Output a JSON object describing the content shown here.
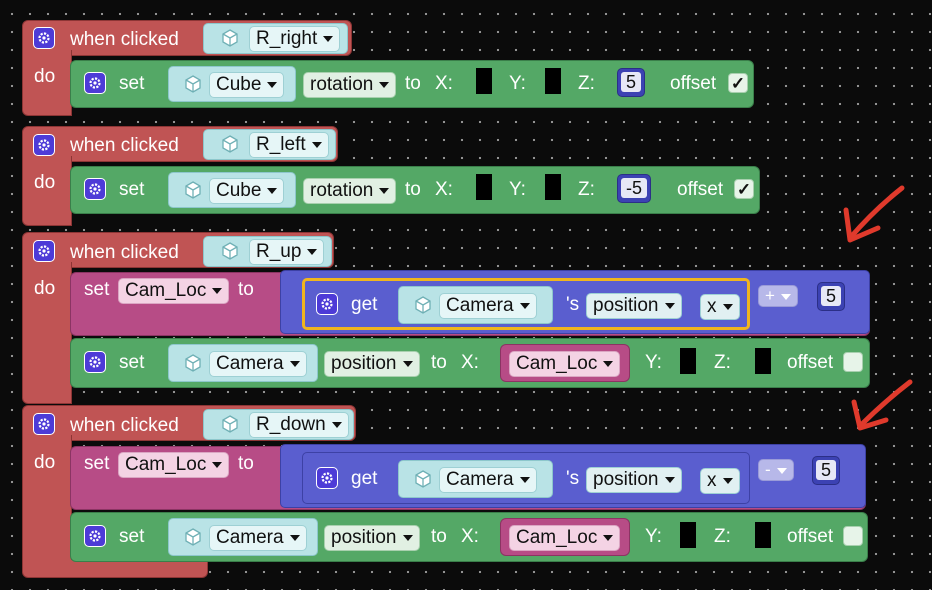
{
  "blocks": [
    {
      "trigger": "when clicked",
      "button_name": "R_right",
      "do_label": "do",
      "action": {
        "verb": "set",
        "object": "Cube",
        "property": "rotation",
        "to": "to",
        "x_label": "X:",
        "y_label": "Y:",
        "z_label": "Z:",
        "z_value": "5",
        "offset_label": "offset",
        "offset_checked": true
      }
    },
    {
      "trigger": "when clicked",
      "button_name": "R_left",
      "do_label": "do",
      "action": {
        "verb": "set",
        "object": "Cube",
        "property": "rotation",
        "to": "to",
        "x_label": "X:",
        "y_label": "Y:",
        "z_label": "Z:",
        "z_value": "-5",
        "offset_label": "offset",
        "offset_checked": true
      }
    },
    {
      "trigger": "when clicked",
      "button_name": "R_up",
      "do_label": "do",
      "var_set": {
        "verb": "set",
        "variable": "Cam_Loc",
        "to": "to",
        "get_label": "get",
        "object": "Camera",
        "possessive": "'s",
        "property": "position",
        "axis": "x",
        "operator": "+",
        "operand": "5"
      },
      "action": {
        "verb": "set",
        "object": "Camera",
        "property": "position",
        "to": "to",
        "x_label": "X:",
        "x_var": "Cam_Loc",
        "y_label": "Y:",
        "z_label": "Z:",
        "offset_label": "offset",
        "offset_checked": false
      }
    },
    {
      "trigger": "when clicked",
      "button_name": "R_down",
      "do_label": "do",
      "var_set": {
        "verb": "set",
        "variable": "Cam_Loc",
        "to": "to",
        "get_label": "get",
        "object": "Camera",
        "possessive": "'s",
        "property": "position",
        "axis": "x",
        "operator": "-",
        "operand": "5"
      },
      "action": {
        "verb": "set",
        "object": "Camera",
        "property": "position",
        "to": "to",
        "x_label": "X:",
        "x_var": "Cam_Loc",
        "y_label": "Y:",
        "z_label": "Z:",
        "offset_label": "offset",
        "offset_checked": false
      }
    }
  ],
  "icons": {
    "event": "gear-icon",
    "object": "cube-icon",
    "annotation": "checkmark-arrow"
  },
  "colors": {
    "event": "#c05454",
    "action": "#54a866",
    "variable": "#b74c86",
    "operator": "#5a5ecf",
    "object": "#b9e3e6",
    "annotation": "#e03a2c"
  }
}
